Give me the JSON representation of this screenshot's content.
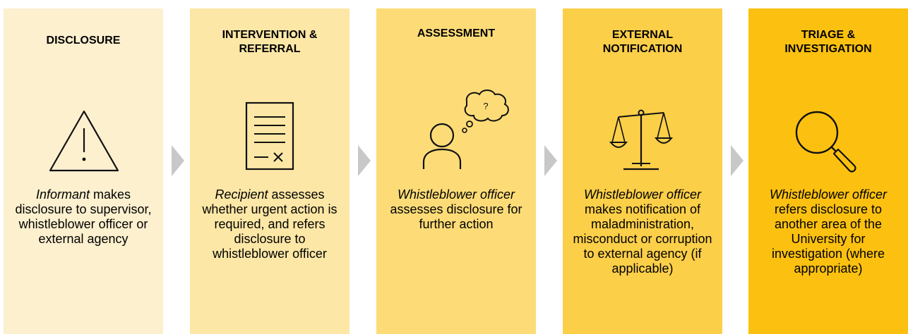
{
  "stages": [
    {
      "title": "DISCLOSURE",
      "icon": "warning-triangle-icon",
      "actor": "Informant",
      "text": " makes disclosure to supervisor, whistleblower officer or external agency",
      "color": "#fdf0cf"
    },
    {
      "title": "INTERVENTION &\nREFERRAL",
      "icon": "document-icon",
      "actor": "Recipient",
      "text": " assesses whether urgent action is required, and refers disclosure to whistleblower officer",
      "color": "#fde7a6"
    },
    {
      "title": "ASSESSMENT",
      "icon": "person-thinking-icon",
      "actor": "Whistleblower officer",
      "text": " assesses disclosure for further action",
      "color": "#fddc78"
    },
    {
      "title": "EXTERNAL\nNOTIFICATION",
      "icon": "scales-icon",
      "actor": "Whistleblower officer",
      "text": " makes notification of maladministration, misconduct or corruption to external agency (if applicable)",
      "color": "#fccf49"
    },
    {
      "title": "TRIAGE &\nINVESTIGATION",
      "icon": "magnifier-icon",
      "actor": "Whistleblower officer",
      "text": " refers disclosure to another area of the University for investigation (where appropriate)",
      "color": "#fcc110"
    }
  ],
  "arrow_color": "#c8c8c8"
}
